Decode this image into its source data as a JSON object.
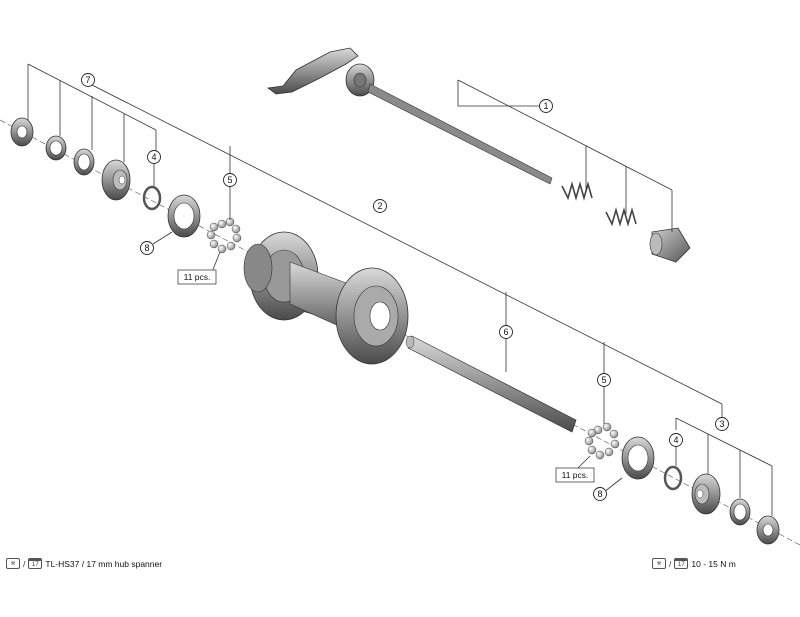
{
  "callouts": {
    "c1": "1",
    "c2": "2",
    "c3": "3",
    "c4a": "4",
    "c4b": "4",
    "c5a": "5",
    "c5b": "5",
    "c6": "6",
    "c7": "7",
    "c8a": "8",
    "c8b": "8"
  },
  "quantities": {
    "q_left": "11 pcs.",
    "q_right": "11 pcs."
  },
  "notes": {
    "left": {
      "tool_icon": "wrench-icon",
      "size_icon": "17",
      "separator": "/",
      "text": "TL-HS37 / 17 mm hub spanner"
    },
    "right": {
      "tool_icon": "wrench-icon",
      "size_icon": "17",
      "separator": "/",
      "text": "10 - 15 N m"
    }
  }
}
